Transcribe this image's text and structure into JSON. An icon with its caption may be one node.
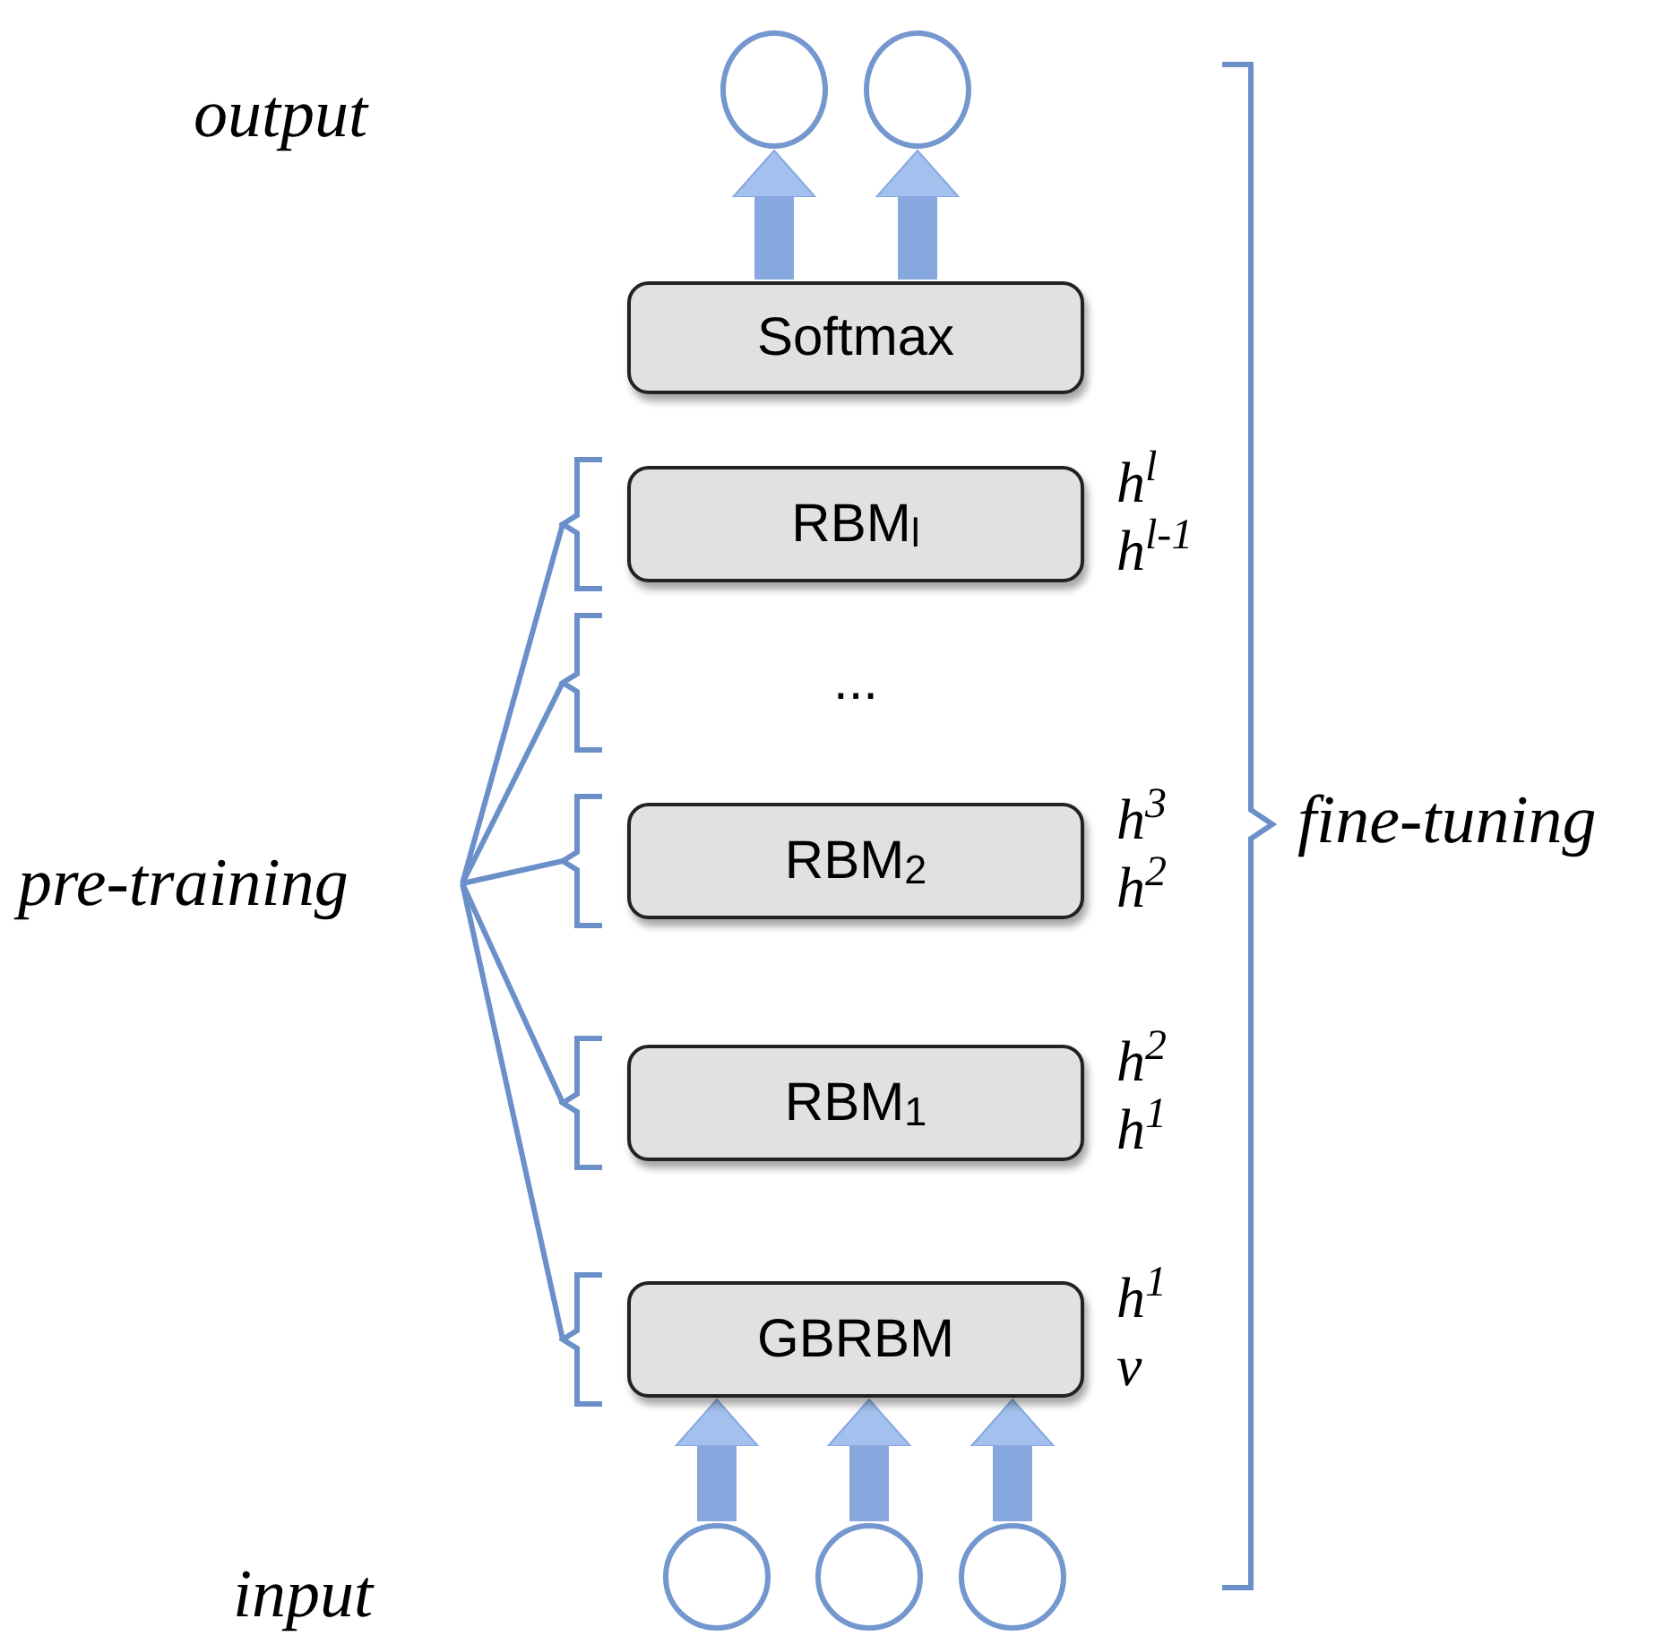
{
  "diagram": {
    "nodes": [
      {
        "text": [],
        "shape": "circle"
      },
      {
        "text": [],
        "shape": "circle"
      },
      {
        "text": [
          "Softmax"
        ]
      },
      {
        "text": [
          "RBM$_{l}$"
        ],
        "beside": [
          "h$^{l}$",
          "h$^{l-1}$"
        ]
      },
      {
        "text": [
          "..."
        ]
      },
      {
        "text": [
          "RBM$_{2}$"
        ],
        "beside": [
          "h$^{3}$",
          "h$^{2}$"
        ]
      },
      {
        "text": [
          "RBM$_{1}$"
        ],
        "beside": [
          "h$^{2}$",
          "h$^{1}$"
        ]
      },
      {
        "text": [
          "GBRBM"
        ],
        "beside": [
          "h$^{1}$",
          "v"
        ]
      },
      {
        "text": [],
        "shape": "circle"
      },
      {
        "text": [],
        "shape": "circle"
      },
      {
        "text": [],
        "shape": "circle"
      },
      {
        "text": [
          "pre-training"
        ]
      }
    ],
    "edges": [
      {
        "from": 2,
        "to": 0,
        "arrow": "to",
        "style": "thick"
      },
      {
        "from": 2,
        "to": 1,
        "arrow": "to",
        "style": "thick"
      },
      {
        "from": 11,
        "to": 3,
        "arrow": "none"
      },
      {
        "from": 11,
        "to": 4,
        "arrow": "none"
      },
      {
        "from": 11,
        "to": 5,
        "arrow": "none"
      },
      {
        "from": 11,
        "to": 6,
        "arrow": "none"
      },
      {
        "from": 11,
        "to": 7,
        "arrow": "none"
      },
      {
        "from": 8,
        "to": 7,
        "arrow": "to",
        "style": "thick"
      },
      {
        "from": 9,
        "to": 7,
        "arrow": "to",
        "style": "thick"
      },
      {
        "from": 10,
        "to": 7,
        "arrow": "to",
        "style": "thick"
      }
    ],
    "labels": [
      "output",
      "fine-tuning",
      "input"
    ]
  }
}
